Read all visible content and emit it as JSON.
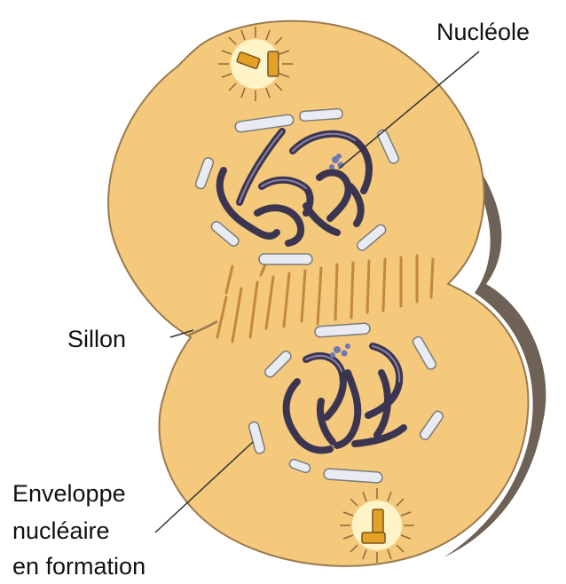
{
  "labels": {
    "nucleole": "Nucléole",
    "sillon": "Sillon",
    "enveloppe_line1": "Enveloppe",
    "enveloppe_line2": "nucléaire",
    "enveloppe_line3": "en formation"
  },
  "colors": {
    "cytoplasm": "#F4C97C",
    "cytoplasm_edge": "#9A7A4E",
    "cell_shadow": "#6E6257",
    "chromosome": "#3C3551",
    "envelope_fragment": "#E8ECF2",
    "spindle_fiber": "#C2883C",
    "centrosome_glow": "#FFF3C8",
    "centriole": "#E3A125",
    "nucleolus": "#6D78B4"
  },
  "icons": [
    "centrosome-top",
    "centrosome-bottom"
  ]
}
